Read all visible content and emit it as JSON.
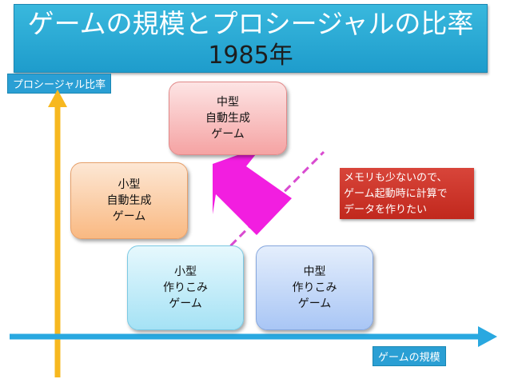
{
  "title": {
    "line1": "ゲームの規模とプロシージャルの比率",
    "line2": "1985年"
  },
  "axes": {
    "y_label": "プロシージャル比率",
    "x_label": "ゲームの規模"
  },
  "boxes": {
    "mid_procedural": [
      "中型",
      "自動生成",
      "ゲーム"
    ],
    "small_procedural": [
      "小型",
      "自動生成",
      "ゲーム"
    ],
    "small_handmade": [
      "小型",
      "作りこみ",
      "ゲーム"
    ],
    "mid_handmade": [
      "中型",
      "作りこみ",
      "ゲーム"
    ]
  },
  "note": [
    "メモリも少ないので、",
    "ゲーム起動時に計算で",
    "データを作りたい"
  ],
  "colors": {
    "y_axis": "#f7b81f",
    "x_axis": "#29a8e0",
    "arrow": "#f21ee0",
    "dashed": "#d94bd0",
    "note_bg": "#c9302c"
  }
}
